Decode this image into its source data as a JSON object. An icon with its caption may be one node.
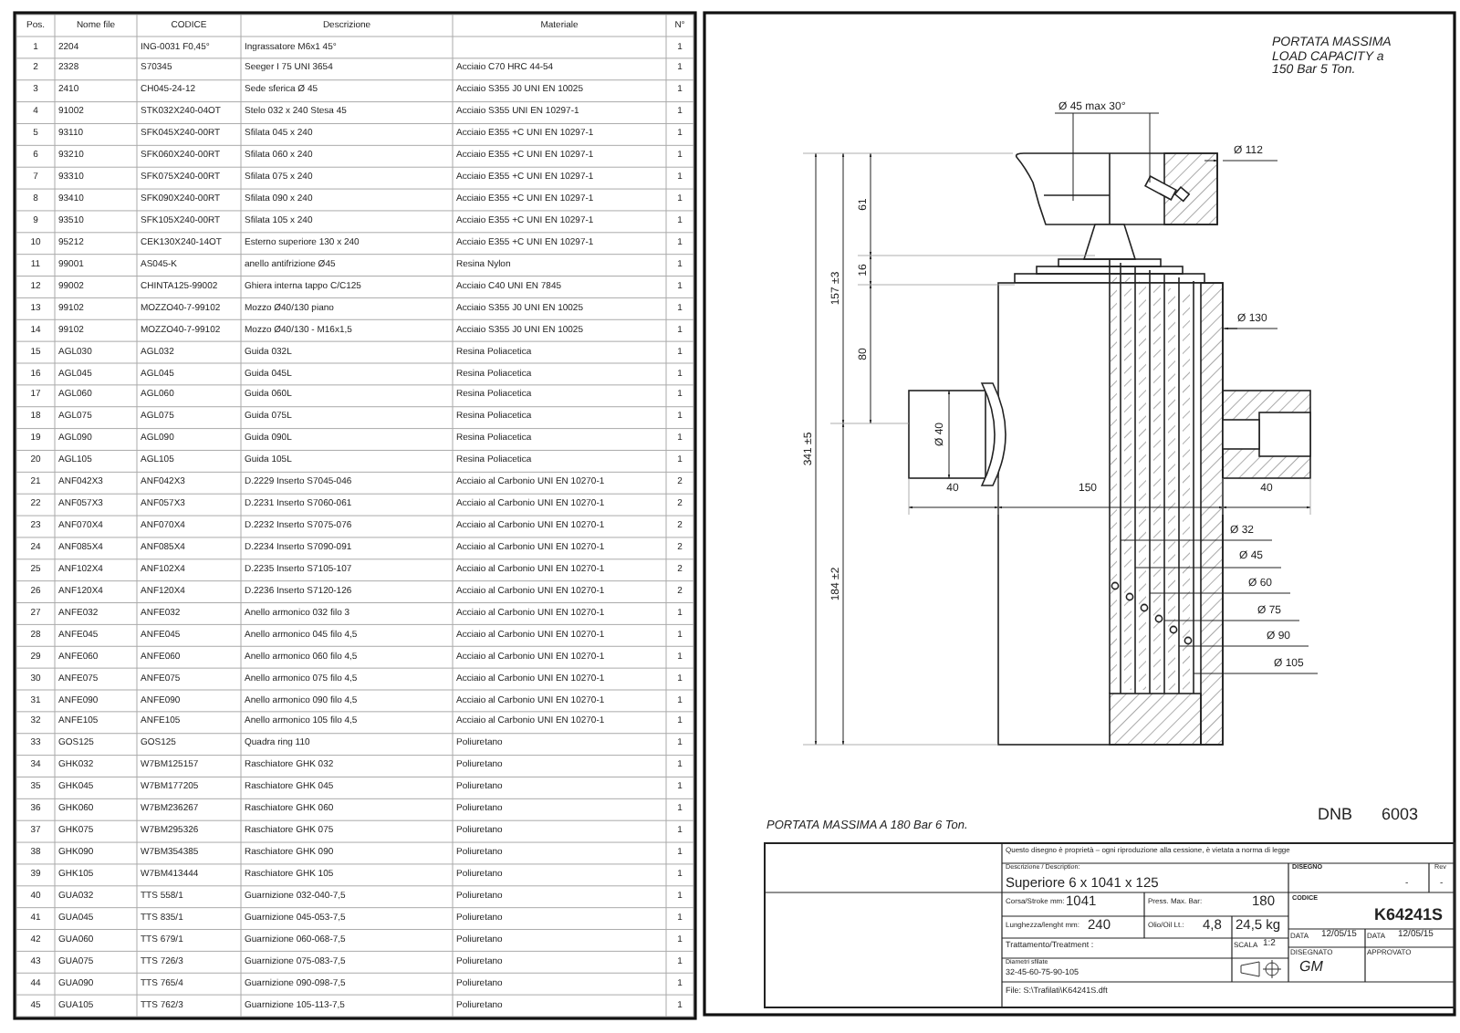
{
  "diagram": {
    "labels": [
      "Pos.",
      "Nome file",
      "CODICE",
      "Descrizione",
      "Materiale",
      "N°",
      "1",
      "2204",
      "ING-0031 F0,45°",
      "Ingrassatore M6x1 45°",
      "1",
      "2",
      "2328",
      "S70345",
      "Seeger I 75 UNI 3654",
      "Acciaio C70 HRC 44-54",
      "1",
      "3",
      "2410",
      "CH045-24-12",
      "Sede sferica Ø 45",
      "Acciaio S355 J0 UNI EN 10025",
      "1",
      "4",
      "91002",
      "STK032X240-04OT",
      "Stelo 032 x 240 Stesa 45",
      "Acciaio S355 UNI EN 10297-1",
      "1",
      "5",
      "93110",
      "SFK045X240-00RT",
      "Sfilata 045 x 240",
      "Acciaio E355 +C UNI EN 10297-1",
      "1",
      "6",
      "93210",
      "SFK060X240-00RT",
      "Sfilata 060 x 240",
      "Acciaio E355 +C UNI EN 10297-1",
      "1",
      "7",
      "93310",
      "SFK075X240-00RT",
      "Sfilata 075 x 240",
      "Acciaio E355 +C UNI EN 10297-1",
      "1",
      "8",
      "93410",
      "SFK090X240-00RT",
      "Sfilata 090 x 240",
      "Acciaio E355 +C UNI EN 10297-1",
      "1",
      "9",
      "93510",
      "SFK105X240-00RT",
      "Sfilata 105 x 240",
      "Acciaio E355 +C UNI EN 10297-1",
      "1",
      "10",
      "95212",
      "CEK130X240-14OT",
      "Esterno superiore 130 x 240",
      "Acciaio E355 +C UNI EN 10297-1",
      "1",
      "11",
      "99001",
      "AS045-K",
      "anello antifrizione Ø45",
      "Resina Nylon",
      "1",
      "12",
      "99002",
      "CHINTA125-99002",
      "Ghiera interna tappo C/C125",
      "Acciaio C40 UNI EN 7845",
      "1",
      "13",
      "99102",
      "MOZZO40-7-99102",
      "Mozzo Ø40/130 piano",
      "Acciaio S355 J0 UNI EN 10025",
      "1",
      "14",
      "99102",
      "MOZZO40-7-99102",
      "Mozzo Ø40/130 - M16x1,5",
      "Acciaio S355 J0 UNI EN 10025",
      "1",
      "15",
      "AGL030",
      "AGL032",
      "Guida 032L",
      "Resina Poliacetica",
      "1",
      "16",
      "AGL045",
      "AGL045",
      "Guida 045L",
      "Resina Poliacetica",
      "1",
      "17",
      "AGL060",
      "AGL060",
      "Guida 060L",
      "Resina Poliacetica",
      "1",
      "18",
      "AGL075",
      "AGL075",
      "Guida 075L",
      "Resina Poliacetica",
      "1",
      "19",
      "AGL090",
      "AGL090",
      "Guida 090L",
      "Resina Poliacetica",
      "1",
      "20",
      "AGL105",
      "AGL105",
      "Guida 105L",
      "Resina Poliacetica",
      "1",
      "21",
      "ANF042X3",
      "ANF042X3",
      "D.2229 Inserto S7045-046",
      "Acciaio al Carbonio UNI EN 10270-1",
      "2",
      "22",
      "ANF057X3",
      "ANF057X3",
      "D.2231 Inserto S7060-061",
      "Acciaio al Carbonio UNI EN 10270-1",
      "2",
      "23",
      "ANF070X4",
      "ANF070X4",
      "D.2232 Inserto S7075-076",
      "Acciaio al Carbonio UNI EN 10270-1",
      "2",
      "24",
      "ANF085X4",
      "ANF085X4",
      "D.2234 Inserto S7090-091",
      "Acciaio al Carbonio UNI EN 10270-1",
      "2",
      "25",
      "ANF102X4",
      "ANF102X4",
      "D.2235 Inserto S7105-107",
      "Acciaio al Carbonio UNI EN 10270-1",
      "2",
      "26",
      "ANF120X4",
      "ANF120X4",
      "D.2236 Inserto S7120-126",
      "Acciaio al Carbonio UNI EN 10270-1",
      "2",
      "27",
      "ANFE032",
      "ANFE032",
      "Anello armonico 032 filo 3",
      "Acciaio al Carbonio UNI EN 10270-1",
      "1",
      "28",
      "ANFE045",
      "ANFE045",
      "Anello armonico 045 filo 4,5",
      "Acciaio al Carbonio UNI EN 10270-1",
      "1",
      "29",
      "ANFE060",
      "ANFE060",
      "Anello armonico 060 filo 4,5",
      "Acciaio al Carbonio UNI EN 10270-1",
      "1",
      "30",
      "ANFE075",
      "ANFE075",
      "Anello armonico 075 filo 4,5",
      "Acciaio al Carbonio UNI EN 10270-1",
      "1",
      "31",
      "ANFE090",
      "ANFE090",
      "Anello armonico 090 filo 4,5",
      "Acciaio al Carbonio UNI EN 10270-1",
      "1",
      "32",
      "ANFE105",
      "ANFE105",
      "Anello armonico 105 filo 4,5",
      "Acciaio al Carbonio UNI EN 10270-1",
      "1",
      "33",
      "GOS125",
      "GOS125",
      "Quadra ring 110",
      "Poliuretano",
      "1",
      "34",
      "GHK032",
      "W7BM125157",
      "Raschiatore GHK 032",
      "Poliuretano",
      "1",
      "35",
      "GHK045",
      "W7BM177205",
      "Raschiatore GHK 045",
      "Poliuretano",
      "1",
      "36",
      "GHK060",
      "W7BM236267",
      "Raschiatore GHK 060",
      "Poliuretano",
      "1",
      "37",
      "GHK075",
      "W7BM295326",
      "Raschiatore GHK 075",
      "Poliuretano",
      "1",
      "38",
      "GHK090",
      "W7BM354385",
      "Raschiatore GHK 090",
      "Poliuretano",
      "1",
      "39",
      "GHK105",
      "W7BM413444",
      "Raschiatore GHK 105",
      "Poliuretano",
      "1",
      "40",
      "GUA032",
      "TTS 558/1",
      "Guarnizione 032-040-7,5",
      "Poliuretano",
      "1",
      "41",
      "GUA045",
      "TTS 835/1",
      "Guarnizione 045-053-7,5",
      "Poliuretano",
      "1",
      "42",
      "GUA060",
      "TTS 679/1",
      "Guarnizione 060-068-7,5",
      "Poliuretano",
      "1",
      "43",
      "GUA075",
      "TTS 726/3",
      "Guarnizione 075-083-7,5",
      "Poliuretano",
      "1",
      "44",
      "GUA090",
      "TTS 765/4",
      "Guarnizione 090-098-7,5",
      "Poliuretano",
      "1",
      "45",
      "GUA105",
      "TTS 762/3",
      "Guarnizione 105-113-7,5",
      "Poliuretano",
      "1",
      "PORTATA MASSIMA LOAD CAPACITY a 150 Bar 5 Ton.",
      "Ø 45 max 30°",
      "Ø 112",
      "61",
      "16",
      "157 ±3",
      "80",
      "Ø 130",
      "Ø 40",
      "341 ±5",
      "40",
      "150",
      "40",
      "Ø 32",
      "Ø 45",
      "Ø 60",
      "Ø 75",
      "Ø 90",
      "Ø 105",
      "184 ±2",
      "PORTATA MASSIMA A 180 Bar 6 Ton.",
      "DNB",
      "6003",
      "Questo disegno è proprietà – ogni riproduzione alla cessione, è vietata a norma di legge",
      "Descrizione / Description:",
      "Superiore 6 x 1041 x 125",
      "DISEGNO",
      "Rev",
      "-",
      "-",
      "Corsa/Stroke mm:",
      "1041",
      "Press. Max. Bar:",
      "180",
      "CODICE",
      "K64241S",
      "Lunghezza/lenght mm:",
      "240",
      "Olio/Oil Lt.:",
      "4,8",
      "24,5 kg",
      "DATA",
      "12/05/15",
      "DATA",
      "12/05/15",
      "Trattamento/Treatment :",
      "SCALA",
      "1:2",
      "DISEGNATO",
      "APPROVATO",
      "GM",
      "Diametri sfilate",
      "32-45-60-75-90-105",
      "File: S:\\Trafilati\\K64241S.dft"
    ]
  }
}
